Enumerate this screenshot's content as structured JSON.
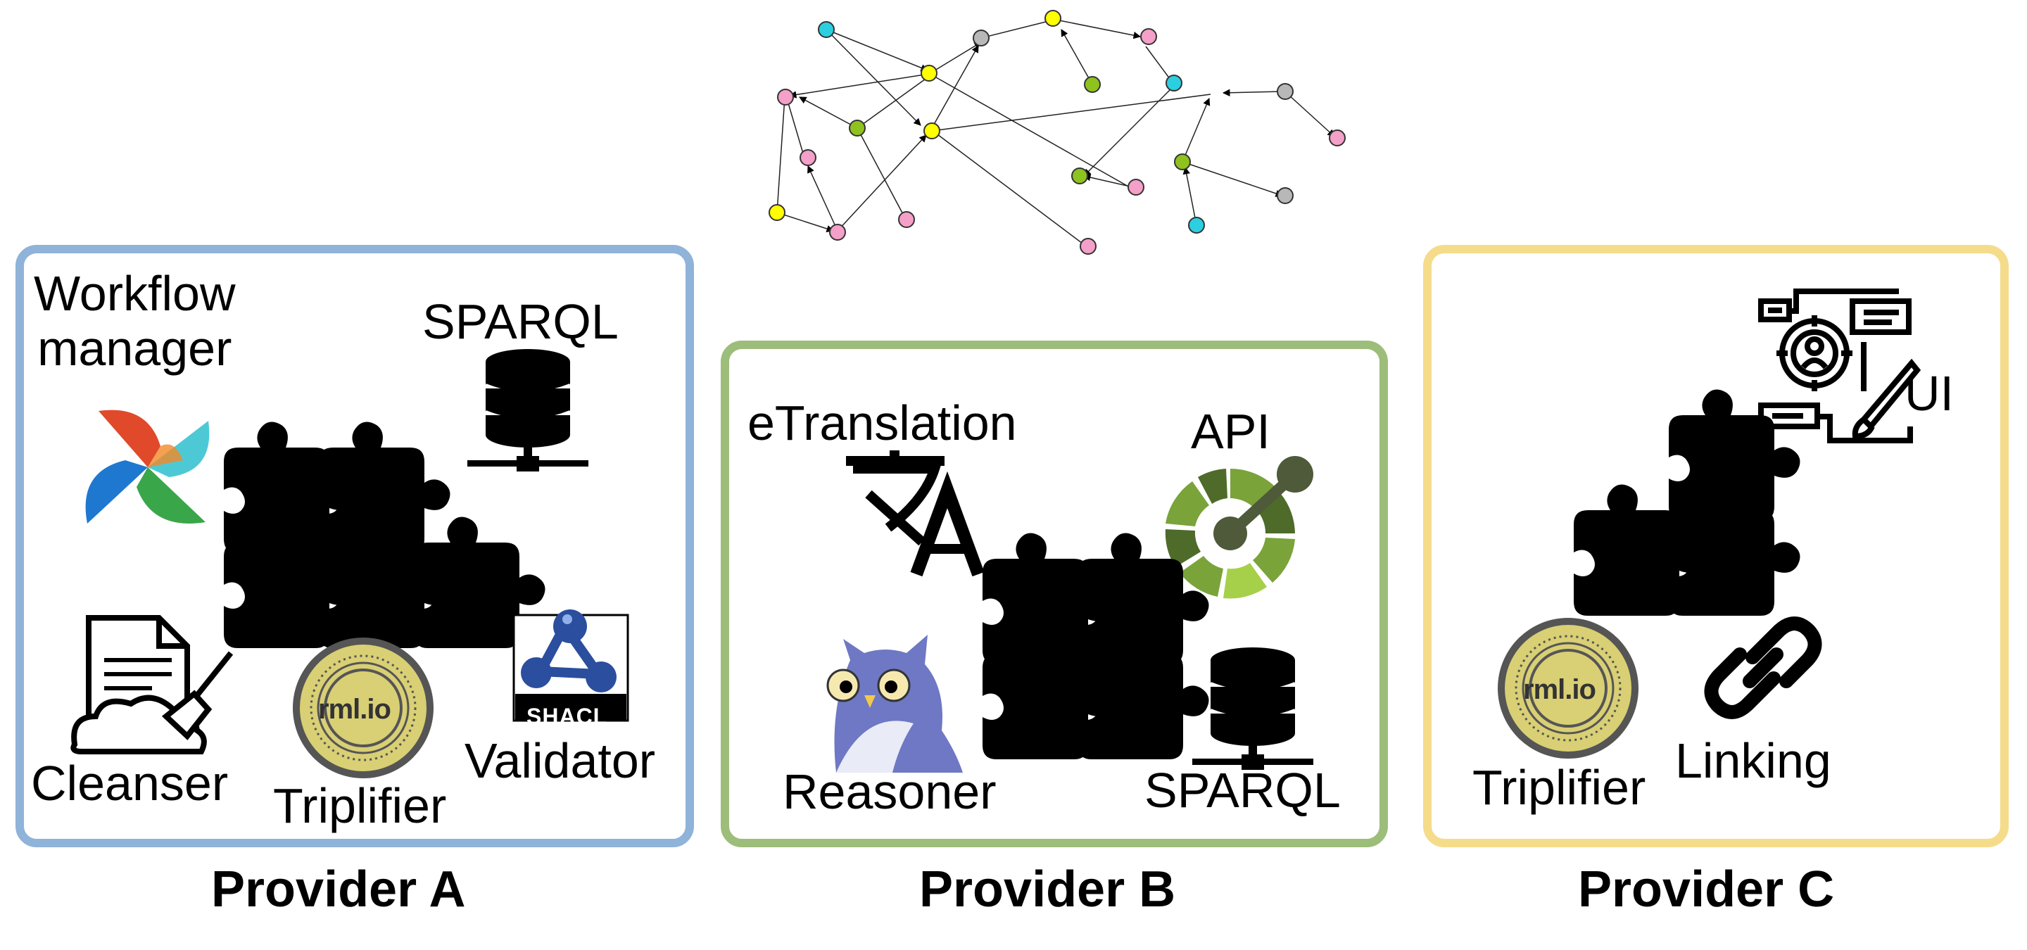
{
  "colors": {
    "provider_a_border": "#8fb3d9",
    "provider_b_border": "#9dbd7a",
    "provider_c_border": "#f5dc8a",
    "node_cyan": "#2ccfe0",
    "node_yellow": "#ffff00",
    "node_pink": "#f4a0c8",
    "node_gray": "#b8b8b8",
    "node_green": "#8ec21f",
    "puzzle": "#000000",
    "shacl_blue": "#2b4e9e",
    "owl_blue": "#6e78c4",
    "api_green": "#7aa33a",
    "rml_gold": "#d9cf74"
  },
  "graph": {
    "icon": "knowledge-graph",
    "node_colors": [
      "cyan",
      "gray",
      "yellow",
      "pink",
      "yellow",
      "pink",
      "green",
      "cyan",
      "pink",
      "green",
      "yellow",
      "pink",
      "yellow",
      "pink",
      "green",
      "gray",
      "green",
      "pink",
      "pink",
      "gray",
      "pink",
      "cyan",
      "gray",
      "pink"
    ]
  },
  "providers": [
    {
      "name": "Provider A",
      "components": {
        "workflow": "Workflow\nmanager",
        "sparql": "SPARQL",
        "cleanser": "Cleanser",
        "triplifier": "Triplifier",
        "validator": "Validator",
        "shacl_badge": "SHACL",
        "rml_badge": "rml.io"
      },
      "icons": [
        "pinwheel-icon",
        "database-icon",
        "puzzle-icon",
        "document-cleaning-icon",
        "rml-coin-icon",
        "shacl-icon"
      ]
    },
    {
      "name": "Provider B",
      "components": {
        "etranslation": "eTranslation",
        "api": "API",
        "reasoner": "Reasoner",
        "sparql": "SPARQL"
      },
      "icons": [
        "translate-icon",
        "api-icon",
        "owl-icon",
        "database-icon",
        "puzzle-icon"
      ]
    },
    {
      "name": "Provider C",
      "components": {
        "ui": "UI",
        "triplifier": "Triplifier",
        "linking": "Linking",
        "rml_badge": "rml.io"
      },
      "icons": [
        "ui-design-icon",
        "puzzle-icon",
        "rml-coin-icon",
        "link-icon"
      ]
    }
  ]
}
